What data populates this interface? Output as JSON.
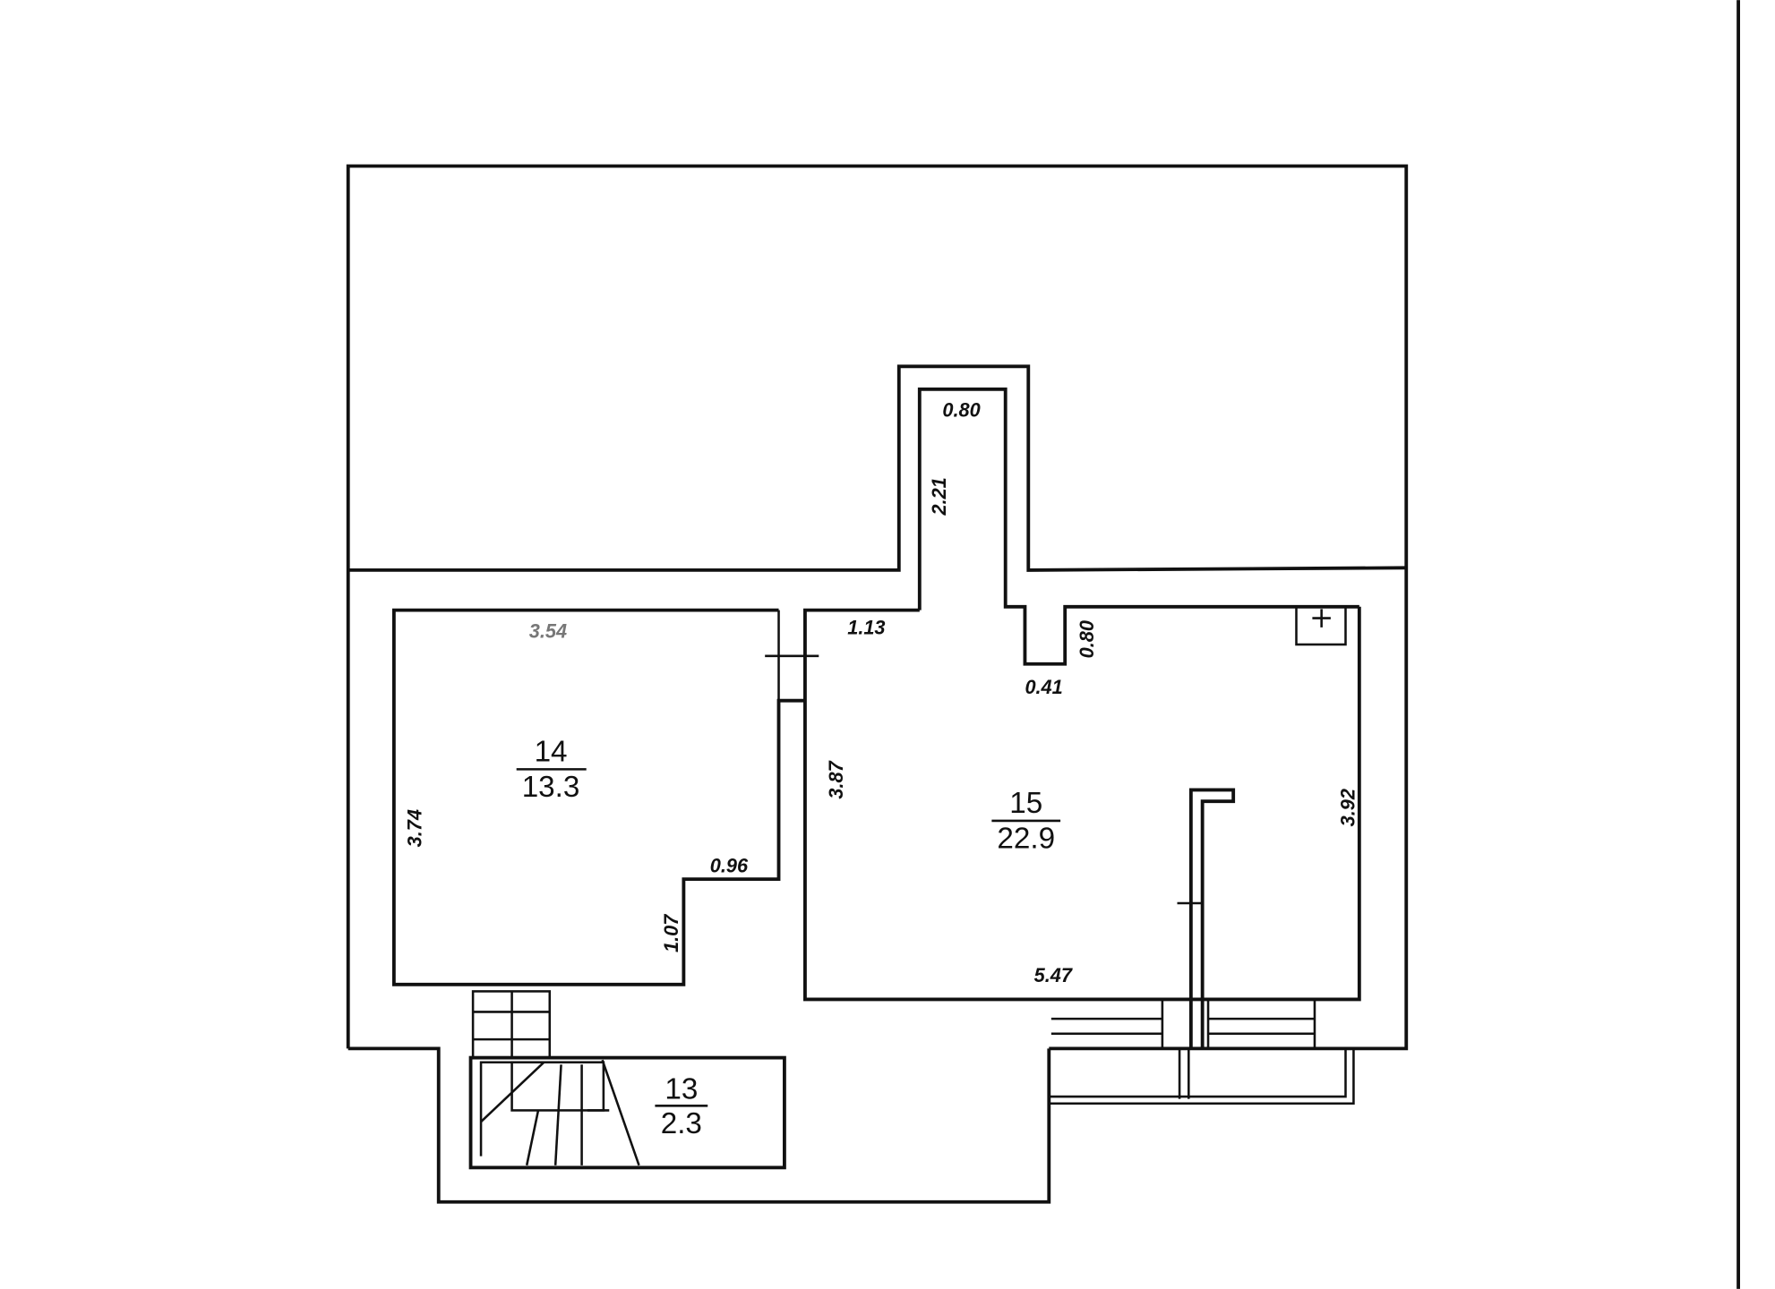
{
  "rooms": [
    {
      "number": "14",
      "area": "13.3"
    },
    {
      "number": "15",
      "area": "22.9"
    },
    {
      "number": "13",
      "area": "2.3"
    }
  ],
  "dimensions": {
    "chimney_width": "0.80",
    "chimney_depth": "2.21",
    "r15_top_left": "1.13",
    "niche_depth": "0.80",
    "niche_width": "0.41",
    "r14_top": "3.54",
    "r14_left": "3.74",
    "r14_step_width": "0.96",
    "r14_step_height": "1.07",
    "r15_left": "3.87",
    "r15_right": "3.92",
    "r15_bottom": "5.47"
  }
}
